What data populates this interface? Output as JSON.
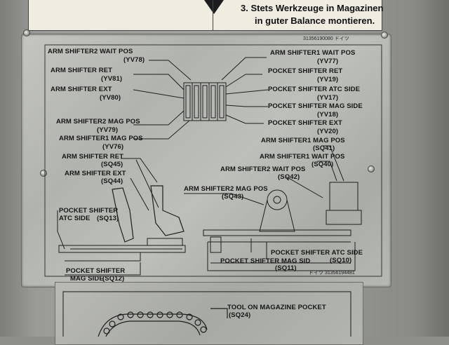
{
  "sign": {
    "line1": "3. Stets Werkzeuge in Magazinen",
    "line2": "in guter Balance montieren."
  },
  "plate": {
    "part_number_top": "31356190080 ドイツ",
    "part_number_bottom": "ドイツ 31356194481",
    "left_labels": [
      {
        "name": "ARM SHIFTER2 WAIT POS",
        "code": "(YV78)"
      },
      {
        "name": "ARM SHIFTER RET",
        "code": "(YV81)"
      },
      {
        "name": "ARM SHIFTER EXT",
        "code": "(YV80)"
      },
      {
        "name": "ARM SHIFTER2 MAG POS",
        "code": "(YV79)"
      },
      {
        "name": "ARM SHIFTER1 MAG POS",
        "code": "(YV76)"
      },
      {
        "name": "ARM SHIFTER RET",
        "code": "(SQ45)"
      },
      {
        "name": "ARM SHIFTER EXT",
        "code": "(SQ44)"
      }
    ],
    "right_labels": [
      {
        "name": "ARM SHIFTER1 WAIT POS",
        "code": "(YV77)"
      },
      {
        "name": "POCKET SHIFTER RET",
        "code": "(YV19)"
      },
      {
        "name": "POCKET SHIFTER ATC SIDE",
        "code": "(YV17)"
      },
      {
        "name": "POCKET SHIFTER MAG SIDE",
        "code": "(YV18)"
      },
      {
        "name": "POCKET SHIFTER EXT",
        "code": "(YV20)"
      },
      {
        "name": "ARM SHIFTER1 MAG POS",
        "code": "(SQ41)"
      },
      {
        "name": "ARM SHIFTER1 WAIT POS",
        "code": "(SQ40)"
      },
      {
        "name": "ARM SHIFTER2 WAIT POS",
        "code": "(SQ42)"
      },
      {
        "name": "ARM SHIFTER2 MAG POS",
        "code": "(SQ43)"
      }
    ],
    "bottom_labels": {
      "pocket_atc_side_l1": "POCKET SHIFTER",
      "pocket_atc_side_l2": "ATC SIDE",
      "pocket_atc_side_code": "(SQ13)",
      "pocket_mag_side_l1": "POCKET SHIFTER",
      "pocket_mag_side_l2": "MAG SIDE",
      "pocket_mag_side_code": "(SQ12)",
      "pocket_atc_side_r": "POCKET SHIFTER ATC SIDE",
      "pocket_atc_side_r_code": "(SQ10)",
      "pocket_mag_sid_r": "POCKET SHIFTER MAG SID",
      "pocket_mag_sid_r_code": "(SQ11)"
    }
  },
  "plate2": {
    "label": "TOOL ON MAGAZINE POCKET",
    "code": "(SQ24)"
  }
}
